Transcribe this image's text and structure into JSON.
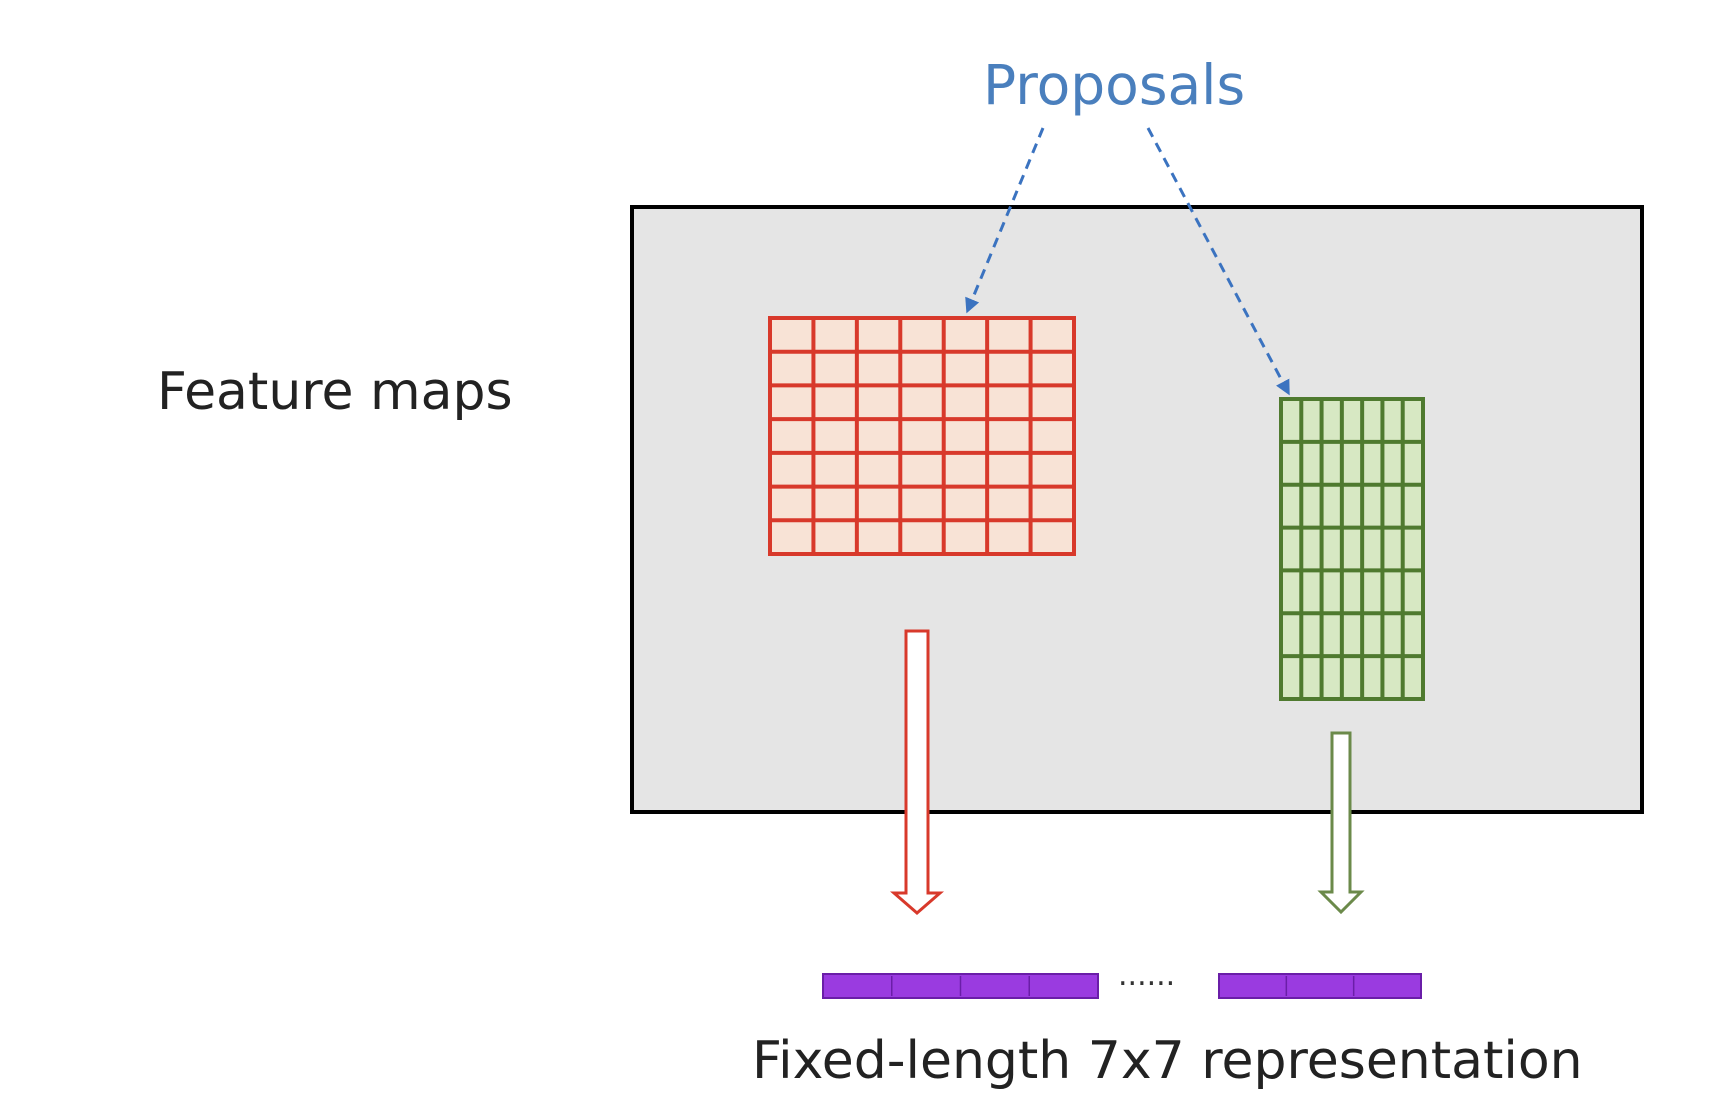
{
  "diagram": {
    "proposals_label": "Proposals",
    "feature_maps_label": "Feature maps",
    "dots_label": "......",
    "representation_label": "Fixed-length 7x7 representation",
    "grid_rows": 7,
    "grid_cols": 7,
    "colors": {
      "proposal_arrow": "#3b73c0",
      "proposals_text": "#4a7fbd",
      "feature_map_fill": "#e5e5e5",
      "feature_map_border": "#000000",
      "red_grid_stroke": "#d8392b",
      "red_grid_fill": "#f8e3d6",
      "green_grid_stroke": "#4f7a2f",
      "green_grid_fill": "#d7e8c3",
      "representation_bar": "#9a3be0",
      "representation_bar_border": "#6a1ea8"
    }
  }
}
